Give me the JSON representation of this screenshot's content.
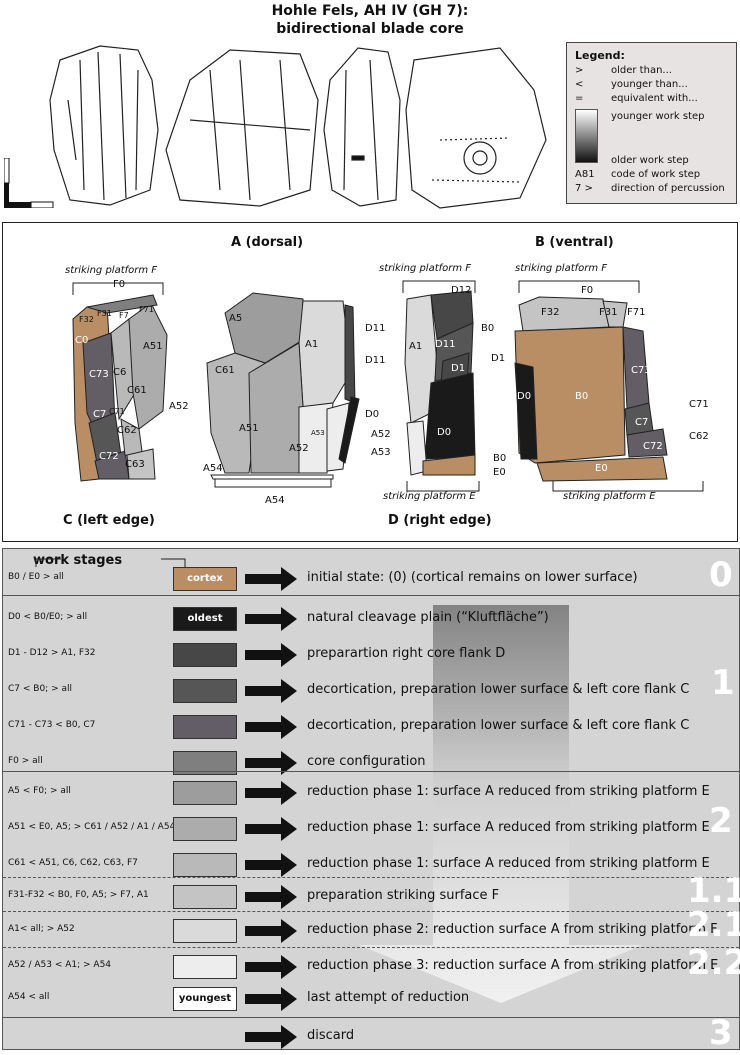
{
  "title": {
    "line1": "Hohle Fels, AH IV (GH 7):",
    "line2": "bidirectional blade core"
  },
  "legend": {
    "heading": "Legend:",
    "items": [
      {
        "symbol": ">",
        "text": "older than..."
      },
      {
        "symbol": "<",
        "text": "younger than..."
      },
      {
        "symbol": "=",
        "text": "equivalent with..."
      }
    ],
    "gradient_top": "younger work step",
    "gradient_bottom": "older work step",
    "code_symbol": "A81",
    "code_text": "code of work step",
    "dir_symbol": "7 >",
    "dir_text": "direction of percussion"
  },
  "views": {
    "a": "A (dorsal)",
    "b": "B (ventral)",
    "c": "C (left edge)",
    "d": "D (right edge)",
    "platform_f": "striking platform F",
    "platform_e": "striking platform E"
  },
  "labels": {
    "F0": "F0",
    "F32": "F32",
    "F31": "F31",
    "F7": "F7",
    "F71": "F71",
    "C0": "C0",
    "C73": "C73",
    "C6": "C6",
    "C61": "C61",
    "C7": "C7",
    "C71": "C71",
    "C62": "C62",
    "C72": "C72",
    "C63": "C63",
    "A51": "A51",
    "A52": "A52",
    "A5": "A5",
    "A1": "A1",
    "A53": "A53",
    "A54": "A54",
    "D11": "D11",
    "D0": "D0",
    "D12": "D12",
    "D1": "D1",
    "B0": "B0",
    "E0": "E0"
  },
  "stages_header": "work stages",
  "stages": [
    {
      "cond": "B0 / E0 > all",
      "swatch": "#b98e65",
      "swatch_label": "cortex",
      "swatch_text_color": "#ffffff",
      "desc": "initial state: (0) (cortical remains on lower surface)"
    },
    {
      "cond": "D0 < B0/E0; > all",
      "swatch": "#1a1a1a",
      "swatch_label": "oldest",
      "swatch_text_color": "#ffffff",
      "desc": "natural cleavage plain (“Kluftfläche”)"
    },
    {
      "cond": "D1 - D12 > A1, F32",
      "swatch": "#474747",
      "swatch_label": "",
      "swatch_text_color": "#ffffff",
      "desc": "preparartion right core flank D"
    },
    {
      "cond": "C7 < B0; > all",
      "swatch": "#565656",
      "swatch_label": "",
      "swatch_text_color": "#ffffff",
      "desc": "decortication, preparation lower surface & left core flank C"
    },
    {
      "cond": "C71 - C73 < B0, C7",
      "swatch": "#635e66",
      "swatch_label": "",
      "swatch_text_color": "#ffffff",
      "desc": "decortication, preparation lower surface & left core flank C"
    },
    {
      "cond": "F0 > all",
      "swatch": "#7f7f7f",
      "swatch_label": "",
      "swatch_text_color": "#ffffff",
      "desc": "core configuration"
    },
    {
      "cond": "A5 < F0; > all",
      "swatch": "#9d9d9d",
      "swatch_label": "",
      "swatch_text_color": "#ffffff",
      "desc": "reduction phase 1: surface A reduced from striking platform E"
    },
    {
      "cond": "A51 < E0, A5; > C61 / A52 / A1 / A54",
      "swatch": "#acacac",
      "swatch_label": "",
      "swatch_text_color": "#ffffff",
      "desc": "reduction phase 1: surface A reduced from striking platform E"
    },
    {
      "cond": "C61 < A51, C6, C62, C63, F7",
      "swatch": "#b9b9b9",
      "swatch_label": "",
      "swatch_text_color": "#ffffff",
      "desc": "reduction phase 1: surface A reduced from striking platform E"
    },
    {
      "cond": "F31-F32 < B0, F0, A5; > F7, A1",
      "swatch": "#c4c4c4",
      "swatch_label": "",
      "swatch_text_color": "#ffffff",
      "desc": "preparation striking surface F"
    },
    {
      "cond": "A1< all; > A52",
      "swatch": "#dadada",
      "swatch_label": "",
      "swatch_text_color": "#ffffff",
      "desc": "reduction phase 2: reduction surface A from striking platform F"
    },
    {
      "cond": "A52 / A53 < A1; > A54",
      "swatch": "#ededed",
      "swatch_label": "",
      "swatch_text_color": "#ffffff",
      "desc": "reduction phase 3: reduction surface A from striking platform E"
    },
    {
      "cond": "A54 < all",
      "swatch": "#ffffff",
      "swatch_label": "youngest",
      "swatch_text_color": "#111111",
      "desc": "last attempt of reduction"
    },
    {
      "cond": "",
      "swatch": "",
      "swatch_label": "",
      "swatch_text_color": "#111111",
      "desc": "discard"
    }
  ],
  "phases": [
    "0",
    "1",
    "2",
    "1.1",
    "2.1",
    "2.2",
    "3"
  ]
}
